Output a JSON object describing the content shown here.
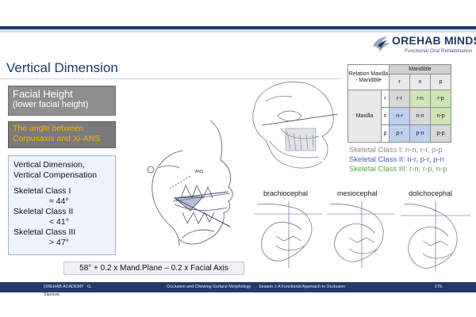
{
  "header": {
    "logo_title": "OREHAB MINDS",
    "logo_subtitle": "Functional Oral Rehabilitation",
    "brand_color": "#1f3a6b"
  },
  "slide": {
    "title": "Vertical Dimension",
    "facial_height_title": "Facial Height",
    "facial_height_subtitle": "(lower facial height)",
    "angle_text": "The angle between Corpusaxis and Xi-ANS",
    "vertical_box": {
      "heading": "Vertical Dimension, Vertical Compensation",
      "classes": [
        {
          "label": "Skeletal Class I",
          "value": "≈ 44°"
        },
        {
          "label": "Skeletal Class II",
          "value": "< 41°"
        },
        {
          "label": "Skeletal Class III",
          "value": "> 47°"
        }
      ]
    },
    "formula": "58° + 0.2 x Mand.Plane – 0.2 x Facial Axis"
  },
  "relation_table": {
    "corner": "Relation Maxilla - Mandible",
    "mandible_label": "Mandible",
    "maxilla_label": "Maxilla",
    "columns": [
      "r",
      "n",
      "p"
    ],
    "rows": [
      {
        "label": "r",
        "cells": [
          "r-r",
          "r-n",
          "r-p"
        ]
      },
      {
        "label": "n",
        "cells": [
          "n-r",
          "n-n",
          "n-p"
        ]
      },
      {
        "label": "p",
        "cells": [
          "p-r",
          "p-n",
          "p-p"
        ]
      }
    ]
  },
  "legend": {
    "class1": "Skeletal Class I: n-n, r-r, p-p",
    "class2": "Skeletal Class II: n-r, p-r, p-n",
    "class3": "Skeletal Class III: r-n, r-p, n-p",
    "colors": {
      "class1": "#8a8a8a",
      "class2": "#3d63c1",
      "class3": "#55a646"
    }
  },
  "figures": {
    "brachiocephal": "brachiocephal",
    "mesiocephal": "mesiocephal",
    "dolichocephal": "dolichocephal"
  },
  "footer": {
    "academy": "OREHAB ACADEMY",
    "author_initial": "G.",
    "author_name": "Slavicek",
    "course": "Occlusion and Chewing Surface Morphology",
    "season": "Season 1",
    "subtitle": "A Functional Approach to Occlusion",
    "page": "275"
  }
}
